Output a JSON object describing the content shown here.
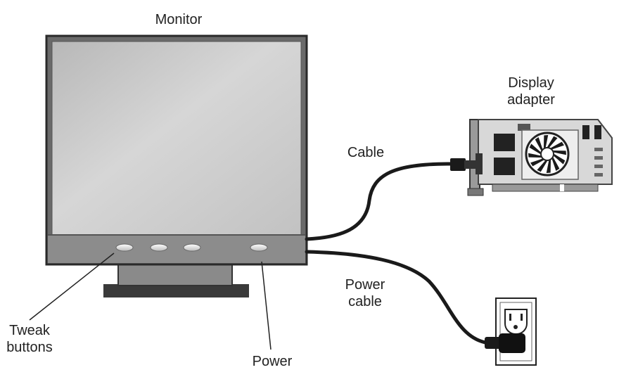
{
  "labels": {
    "monitor": "Monitor",
    "display_adapter_line1": "Display",
    "display_adapter_line2": "adapter",
    "cable": "Cable",
    "power_cable_line1": "Power",
    "power_cable_line2": "cable",
    "tweak_line1": "Tweak",
    "tweak_line2": "buttons",
    "power": "Power"
  },
  "colors": {
    "screen": "#c9c9c9",
    "bezel": "#8a8a8a",
    "frame": "#4a4a4a",
    "cable": "#1a1a1a"
  },
  "icons": [
    "monitor-icon",
    "display-adapter-card-icon",
    "fan-icon",
    "wall-outlet-icon",
    "power-plug-icon"
  ]
}
